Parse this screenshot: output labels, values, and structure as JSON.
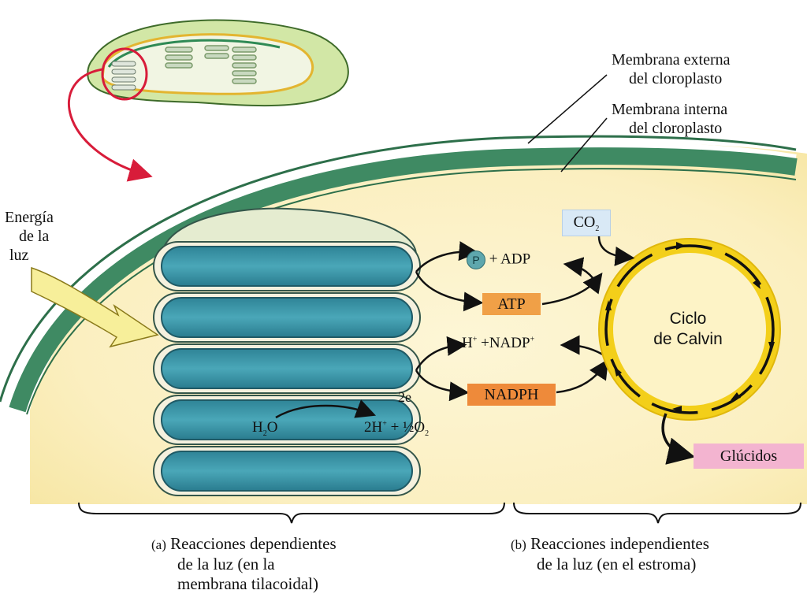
{
  "labels": {
    "outer_membrane": [
      "Membrana externa",
      "del cloroplasto"
    ],
    "inner_membrane": [
      "Membrana interna",
      "del cloroplasto"
    ],
    "light_energy": [
      "Energía",
      "de la",
      "luz"
    ]
  },
  "molecules": {
    "p": "P",
    "adp": "+ ADP",
    "atp": "ATP",
    "h_plus": "H",
    "nadp": "+NADP",
    "nadph": "NADPH",
    "two_e": "2e",
    "h2o_a": "H",
    "h2o_b": "O",
    "two_h": "2H",
    "half_o2": "+ ½O",
    "co2": "CO",
    "glucidos": "Glúcidos"
  },
  "calvin_cycle": [
    "Ciclo",
    "de Calvin"
  ],
  "captions": {
    "a_tag": "(a)",
    "a_lines": [
      "Reacciones dependientes",
      "de la luz (en la",
      "membrana tilacoidal)"
    ],
    "b_tag": "(b)",
    "b_lines": [
      "Reacciones independientes",
      "de la luz (en el estroma)"
    ]
  },
  "colors": {
    "stroma": "#fbf0c4",
    "membrane": "#3f8a63",
    "thylakoid": "#3a95a8",
    "calvin_ring": "#f3cf1a",
    "arrow_red": "#d81c3a"
  }
}
